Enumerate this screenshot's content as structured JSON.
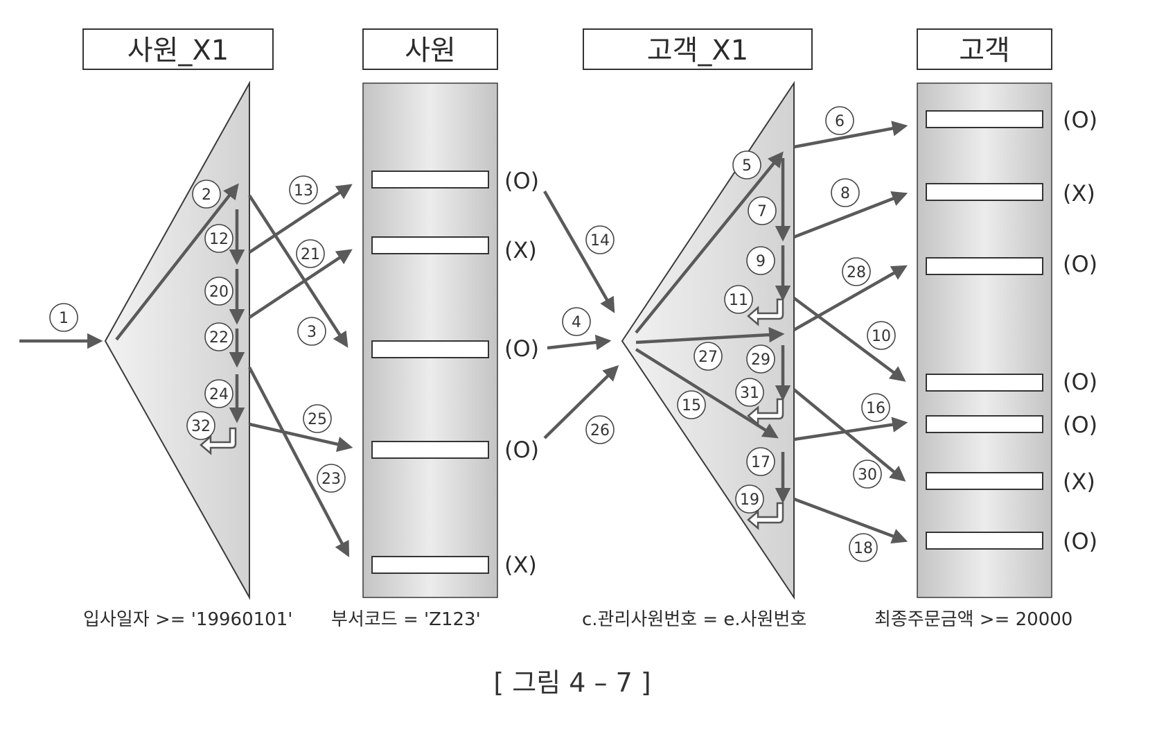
{
  "headers": {
    "emp_index": "사원_X1",
    "emp_table": "사원",
    "cust_index": "고객_X1",
    "cust_table": "고객"
  },
  "emp_row_marks": [
    "(O)",
    "(X)",
    "(O)",
    "(O)",
    "(X)"
  ],
  "cust_row_marks": [
    "(O)",
    "(X)",
    "(O)",
    "(O)",
    "(O)",
    "(X)",
    "(O)"
  ],
  "conditions": {
    "emp_index": "입사일자 >= '19960101'",
    "emp_table": "부서코드 = 'Z123'",
    "cust_index": "c.관리사원번호 = e.사원번호",
    "cust_table": "최종주문금액 >= 20000"
  },
  "caption": "[ 그림 4 – 7 ]",
  "steps": {
    "s1": "1",
    "s2": "2",
    "s3": "3",
    "s4": "4",
    "s5": "5",
    "s6": "6",
    "s7": "7",
    "s8": "8",
    "s9": "9",
    "s10": "10",
    "s11": "11",
    "s12": "12",
    "s13": "13",
    "s14": "14",
    "s15": "15",
    "s16": "16",
    "s17": "17",
    "s18": "18",
    "s19": "19",
    "s20": "20",
    "s21": "21",
    "s22": "22",
    "s23": "23",
    "s24": "24",
    "s25": "25",
    "s26": "26",
    "s27": "27",
    "s28": "28",
    "s29": "29",
    "s30": "30",
    "s31": "31",
    "s32": "32"
  },
  "colors": {
    "arrow": "#5a5a5a",
    "shape_fill": "#dcdcdc",
    "shape_stroke": "#3a3a3a"
  }
}
